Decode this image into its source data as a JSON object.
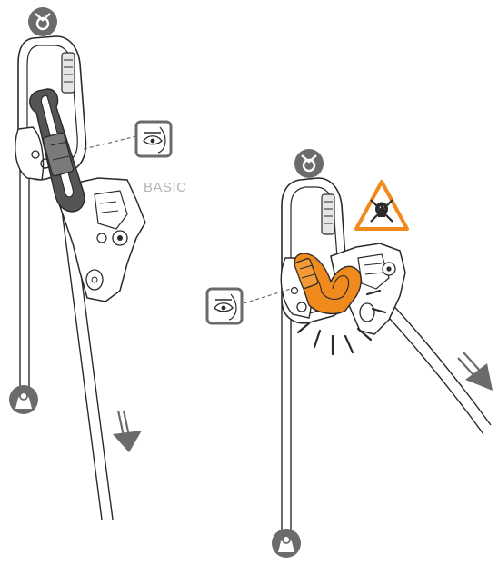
{
  "diagram": {
    "label_basic": "BASIC",
    "colors": {
      "outline": "#2a2a2a",
      "metal_gray": "#5a5a5a",
      "symbol_gray": "#6b6b6b",
      "label_gray": "#b4b4b4",
      "warning_orange": "#f08a1c",
      "glow_orange": "#f9b27a"
    },
    "panels": [
      {
        "name": "correct-use",
        "arrow": "down"
      },
      {
        "name": "incorrect-use",
        "arrow": "down-right",
        "warning": "danger-skull-icon"
      }
    ]
  }
}
